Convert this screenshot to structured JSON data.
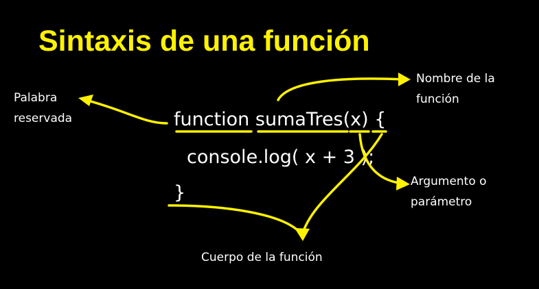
{
  "title": "Sintaxis de una función",
  "code": {
    "keyword": "function",
    "name": "sumaTres",
    "param": "(x)",
    "open_brace": "{",
    "body": "console.log( x + 3 );",
    "close_brace": "}"
  },
  "labels": {
    "reserved_word": [
      "Palabra",
      "reservada"
    ],
    "function_name": [
      "Nombre de la",
      "función"
    ],
    "argument": [
      "Argumento o",
      "parámetro"
    ],
    "body": "Cuerpo de la función"
  },
  "colors": {
    "background": "#000000",
    "accent": "#fff200",
    "text": "#ffffff"
  }
}
